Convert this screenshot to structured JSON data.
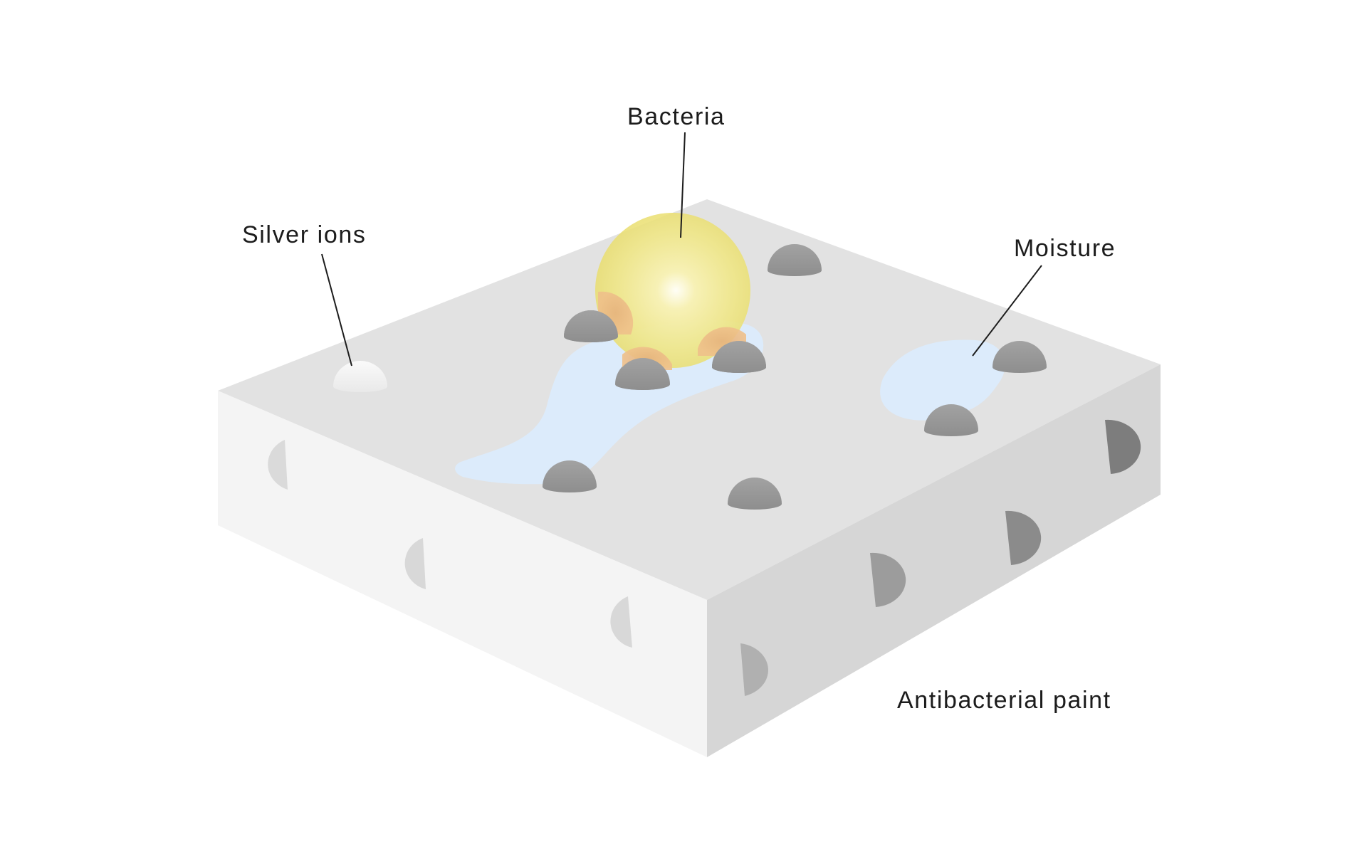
{
  "labels": {
    "bacteria": "Bacteria",
    "silver_ions": "Silver ions",
    "moisture": "Moisture",
    "paint": "Antibacterial paint"
  },
  "colors": {
    "top_face": "#e2e2e2",
    "left_face": "#f4f4f4",
    "right_face": "#d6d6d6",
    "moisture": "#dcebfb",
    "bacteria": "#f0ea8a",
    "silver_ion": "#9b9b9b",
    "leader_line": "#1c1c1c"
  }
}
